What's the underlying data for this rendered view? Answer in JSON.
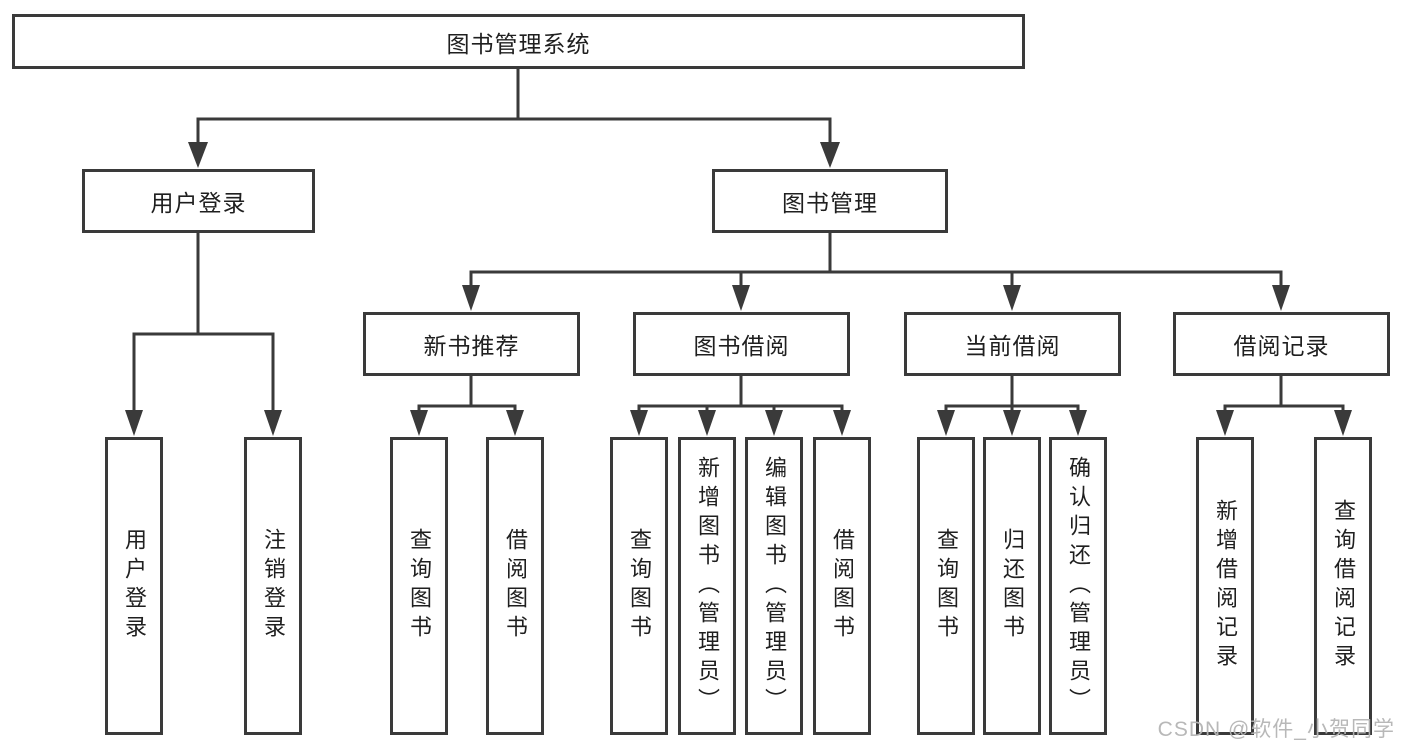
{
  "colors": {
    "line": "#3a3a3a",
    "box_border": "#3a3a3a",
    "text": "#1f1f1f",
    "watermark": "#b5b5b5",
    "background": "#ffffff"
  },
  "tree": {
    "root": "图书管理系统",
    "branches": {
      "user_login": "用户登录",
      "book_mgmt": "图书管理"
    },
    "modules": {
      "new_rec": "新书推荐",
      "borrow": "图书借阅",
      "current": "当前借阅",
      "records": "借阅记录"
    },
    "leaves": {
      "user_login_login": "用户登录",
      "user_login_logout": "注销登录",
      "new_rec_query": "查询图书",
      "new_rec_borrow": "借阅图书",
      "borrow_query": "查询图书",
      "borrow_add": "新增图书（管理员）",
      "borrow_edit": "编辑图书（管理员）",
      "borrow_borrow": "借阅图书",
      "current_query": "查询图书",
      "current_return": "归还图书",
      "current_confirm": "确认归还（管理员）",
      "records_add": "新增借阅记录",
      "records_query": "查询借阅记录"
    }
  },
  "watermark": "CSDN @软件_小贺同学"
}
